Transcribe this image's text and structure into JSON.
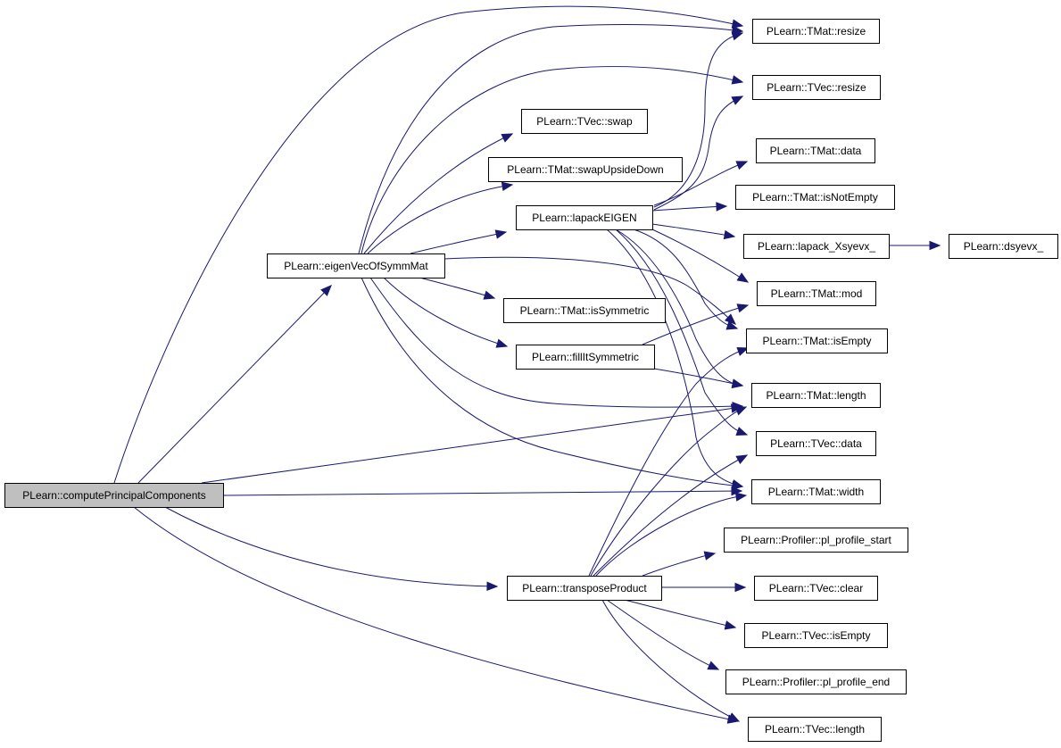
{
  "graph": {
    "title": "",
    "edge_color": "#191970",
    "root_fill": "#bfbfbf",
    "nodes": [
      {
        "id": "computePrincipalComponents",
        "label": "PLearn::computePrincipalComponents",
        "root": true
      },
      {
        "id": "eigenVecOfSymmMat",
        "label": "PLearn::eigenVecOfSymmMat"
      },
      {
        "id": "transposeProduct",
        "label": "PLearn::transposeProduct"
      },
      {
        "id": "tvec_swap",
        "label": "PLearn::TVec::swap"
      },
      {
        "id": "tmat_swapUpsideDown",
        "label": "PLearn::TMat::swapUpsideDown"
      },
      {
        "id": "lapackEIGEN",
        "label": "PLearn::lapackEIGEN"
      },
      {
        "id": "tmat_isSymmetric",
        "label": "PLearn::TMat::isSymmetric"
      },
      {
        "id": "fillItSymmetric",
        "label": "PLearn::fillItSymmetric"
      },
      {
        "id": "tmat_resize",
        "label": "PLearn::TMat::resize"
      },
      {
        "id": "tvec_resize",
        "label": "PLearn::TVec::resize"
      },
      {
        "id": "tmat_data",
        "label": "PLearn::TMat::data"
      },
      {
        "id": "tmat_isNotEmpty",
        "label": "PLearn::TMat::isNotEmpty"
      },
      {
        "id": "lapack_Xsyevx_",
        "label": "PLearn::lapack_Xsyevx_"
      },
      {
        "id": "tmat_mod",
        "label": "PLearn::TMat::mod"
      },
      {
        "id": "tmat_isEmpty",
        "label": "PLearn::TMat::isEmpty"
      },
      {
        "id": "tmat_length",
        "label": "PLearn::TMat::length"
      },
      {
        "id": "tvec_data",
        "label": "PLearn::TVec::data"
      },
      {
        "id": "tmat_width",
        "label": "PLearn::TMat::width"
      },
      {
        "id": "pl_profile_start",
        "label": "PLearn::Profiler::pl_profile_start"
      },
      {
        "id": "tvec_clear",
        "label": "PLearn::TVec::clear"
      },
      {
        "id": "tvec_isEmpty",
        "label": "PLearn::TVec::isEmpty"
      },
      {
        "id": "pl_profile_end",
        "label": "PLearn::Profiler::pl_profile_end"
      },
      {
        "id": "tvec_length",
        "label": "PLearn::TVec::length"
      },
      {
        "id": "dsyevx_",
        "label": "PLearn::dsyevx_"
      }
    ],
    "edges": [
      [
        "computePrincipalComponents",
        "tmat_resize"
      ],
      [
        "computePrincipalComponents",
        "eigenVecOfSymmMat"
      ],
      [
        "computePrincipalComponents",
        "tmat_length"
      ],
      [
        "computePrincipalComponents",
        "tmat_width"
      ],
      [
        "computePrincipalComponents",
        "transposeProduct"
      ],
      [
        "computePrincipalComponents",
        "tvec_length"
      ],
      [
        "eigenVecOfSymmMat",
        "tmat_resize"
      ],
      [
        "eigenVecOfSymmMat",
        "tvec_resize"
      ],
      [
        "eigenVecOfSymmMat",
        "tvec_swap"
      ],
      [
        "eigenVecOfSymmMat",
        "tmat_swapUpsideDown"
      ],
      [
        "eigenVecOfSymmMat",
        "lapackEIGEN"
      ],
      [
        "eigenVecOfSymmMat",
        "tmat_isSymmetric"
      ],
      [
        "eigenVecOfSymmMat",
        "fillItSymmetric"
      ],
      [
        "eigenVecOfSymmMat",
        "tmat_isEmpty"
      ],
      [
        "eigenVecOfSymmMat",
        "tmat_length"
      ],
      [
        "eigenVecOfSymmMat",
        "tmat_width"
      ],
      [
        "lapackEIGEN",
        "tmat_resize"
      ],
      [
        "lapackEIGEN",
        "tvec_resize"
      ],
      [
        "lapackEIGEN",
        "tmat_data"
      ],
      [
        "lapackEIGEN",
        "tmat_isNotEmpty"
      ],
      [
        "lapackEIGEN",
        "lapack_Xsyevx_"
      ],
      [
        "lapackEIGEN",
        "tmat_mod"
      ],
      [
        "lapackEIGEN",
        "tmat_isEmpty"
      ],
      [
        "lapackEIGEN",
        "tmat_length"
      ],
      [
        "lapackEIGEN",
        "tvec_data"
      ],
      [
        "lapackEIGEN",
        "tmat_width"
      ],
      [
        "lapack_Xsyevx_",
        "dsyevx_"
      ],
      [
        "fillItSymmetric",
        "tmat_mod"
      ],
      [
        "fillItSymmetric",
        "tmat_length"
      ],
      [
        "transposeProduct",
        "tmat_isEmpty"
      ],
      [
        "transposeProduct",
        "tmat_length"
      ],
      [
        "transposeProduct",
        "tvec_data"
      ],
      [
        "transposeProduct",
        "tmat_width"
      ],
      [
        "transposeProduct",
        "pl_profile_start"
      ],
      [
        "transposeProduct",
        "tvec_clear"
      ],
      [
        "transposeProduct",
        "tvec_isEmpty"
      ],
      [
        "transposeProduct",
        "pl_profile_end"
      ],
      [
        "transposeProduct",
        "tvec_length"
      ]
    ]
  }
}
